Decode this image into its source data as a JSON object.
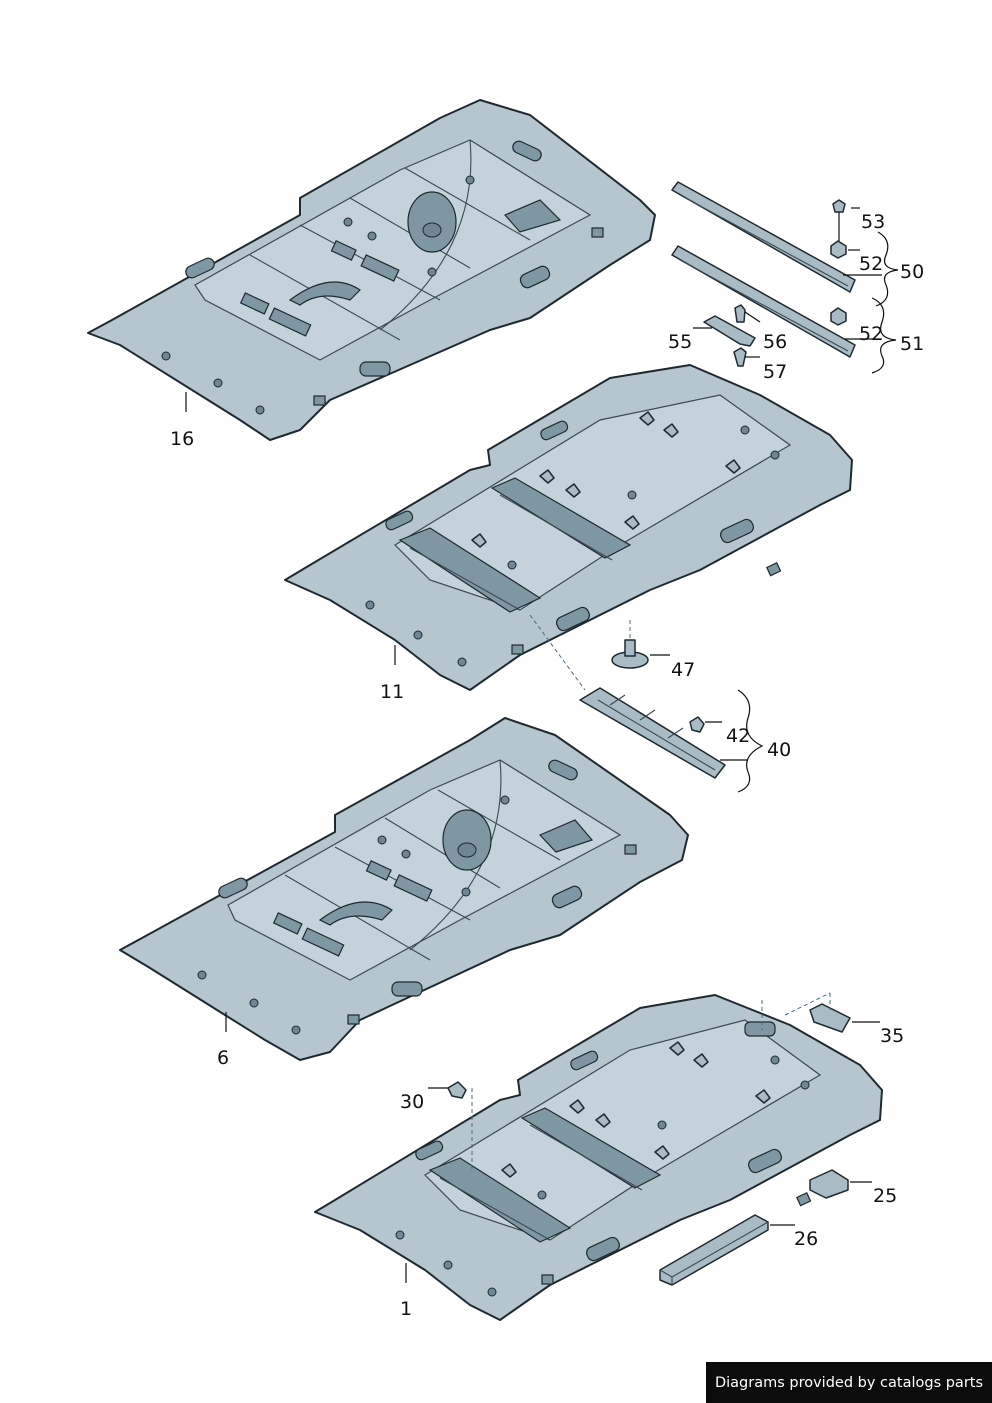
{
  "labels": {
    "l1": "1",
    "l6": "6",
    "l11": "11",
    "l16": "16",
    "l25": "25",
    "l26": "26",
    "l30": "30",
    "l35": "35",
    "l40": "40",
    "l42": "42",
    "l47": "47",
    "l50": "50",
    "l51": "51",
    "l52a": "52",
    "l52b": "52",
    "l53": "53",
    "l55": "55",
    "l56": "56",
    "l57": "57"
  },
  "footer": {
    "text": "Diagrams provided by catalogs parts"
  }
}
